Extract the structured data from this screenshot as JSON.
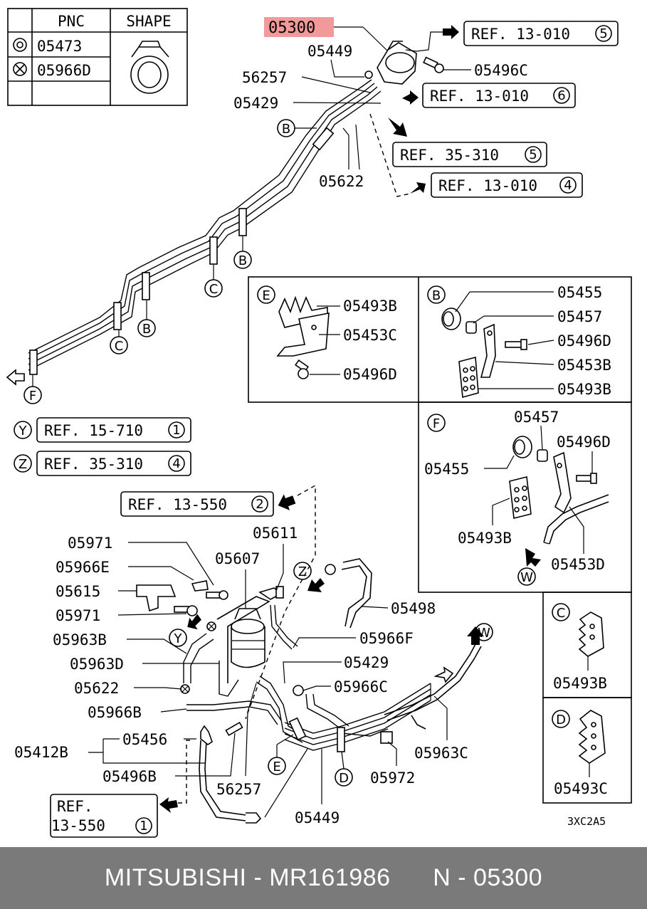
{
  "legend": {
    "header_pnc": "PNC",
    "header_shape": "SHAPE",
    "rows": [
      {
        "symbol": "double-circle",
        "pnc": "05473"
      },
      {
        "symbol": "circle-x",
        "pnc": "05966D"
      },
      {
        "symbol": "",
        "pnc": ""
      }
    ]
  },
  "highlight_part": "05300",
  "refs": {
    "r1": "REF. 13-010",
    "r1n": "5",
    "r2": "REF. 13-010",
    "r2n": "6",
    "r3": "REF. 35-310",
    "r3n": "5",
    "r4": "REF. 13-010",
    "r4n": "4",
    "r5": "REF. 15-710",
    "r5n": "1",
    "r6": "REF. 35-310",
    "r6n": "4",
    "r7": "REF. 13-550",
    "r7n": "2",
    "r8a": "REF.",
    "r8b": "13-550",
    "r8n": "1"
  },
  "letters": {
    "b": "B",
    "c": "C",
    "d": "D",
    "e": "E",
    "f": "F",
    "w": "W",
    "y": "Y",
    "z": "Z"
  },
  "top_labels": {
    "p05449": "05449",
    "p05496c": "05496C",
    "p56257": "56257",
    "p05429": "05429",
    "p05622": "05622"
  },
  "detail_e": {
    "l1": "05493B",
    "l2": "05453C",
    "l3": "05496D"
  },
  "detail_b": {
    "l1": "05455",
    "l2": "05457",
    "l3": "05496D",
    "l4": "05453B",
    "l5": "05493B"
  },
  "detail_f": {
    "l1": "05457",
    "l2": "05496D",
    "l3": "05455",
    "l4": "05493B",
    "l5": "05453D"
  },
  "detail_c": {
    "l1": "05493B"
  },
  "detail_d": {
    "l1": "05493C"
  },
  "bottom_labels": {
    "a1": "05971",
    "a2": "05966E",
    "a3": "05615",
    "a4": "05971",
    "a5": "05963B",
    "a6": "05963D",
    "a7": "05622",
    "a8": "05966B",
    "a9": "05456",
    "a10": "05412B",
    "a11": "05496B",
    "a12": "05611",
    "a13": "05607",
    "a14": "05498",
    "a15": "05966F",
    "a16": "05429",
    "a17": "05966C",
    "a18": "05963C",
    "a19": "05972",
    "a20": "05449",
    "a21": "56257"
  },
  "drawing_code": "3XC2A5",
  "footer": {
    "brand": "MITSUBISHI",
    "part_number": "MR161986",
    "pnc_label": "N - 05300"
  }
}
